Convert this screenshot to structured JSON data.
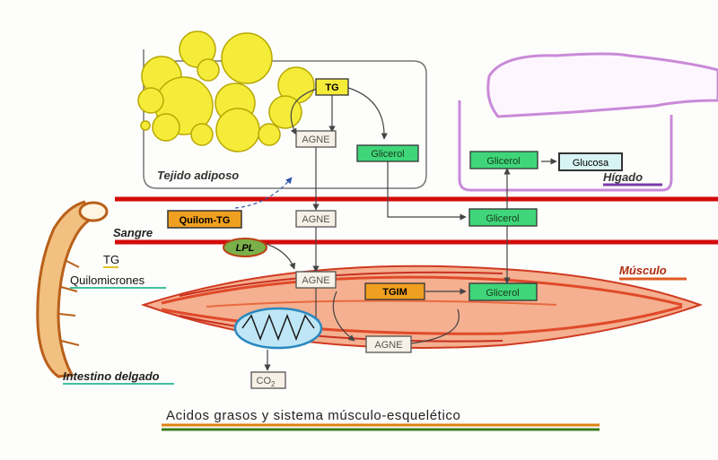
{
  "labels": {
    "tejido_adiposo": "Tejido adiposo",
    "higado": "Hígado",
    "sangre": "Sangre",
    "musculo": "Músculo",
    "intestino": "Intestino delgado",
    "tg_side": "TG",
    "quilomicrones": "Quilomicrones",
    "title": "Acidos grasos y sistema músculo-esquelético"
  },
  "boxes": {
    "tg": "TG",
    "agne_adipose": "AGNE",
    "glicerol_adipose": "Glicerol",
    "glicerol_liver": "Glicerol",
    "glucosa": "Glucosa",
    "quilom_tg": "Quilom-TG",
    "agne_blood": "AGNE",
    "glicerol_blood": "Glicerol",
    "lpl": "LPL",
    "agne_muscle": "AGNE",
    "tgim": "TGIM",
    "glicerol_muscle": "Glicerol",
    "agne_cycle": "AGNE",
    "co2": "CO",
    "co2_sub": "2"
  },
  "colors": {
    "fat_cell": "#f5ec3a",
    "blood_line": "#d40a0a",
    "muscle": "#e04a2a",
    "liver": "#c98ad8",
    "green_box": "#3fd67a",
    "orange_box": "#f0a020",
    "mito": "#5fb8e0"
  }
}
